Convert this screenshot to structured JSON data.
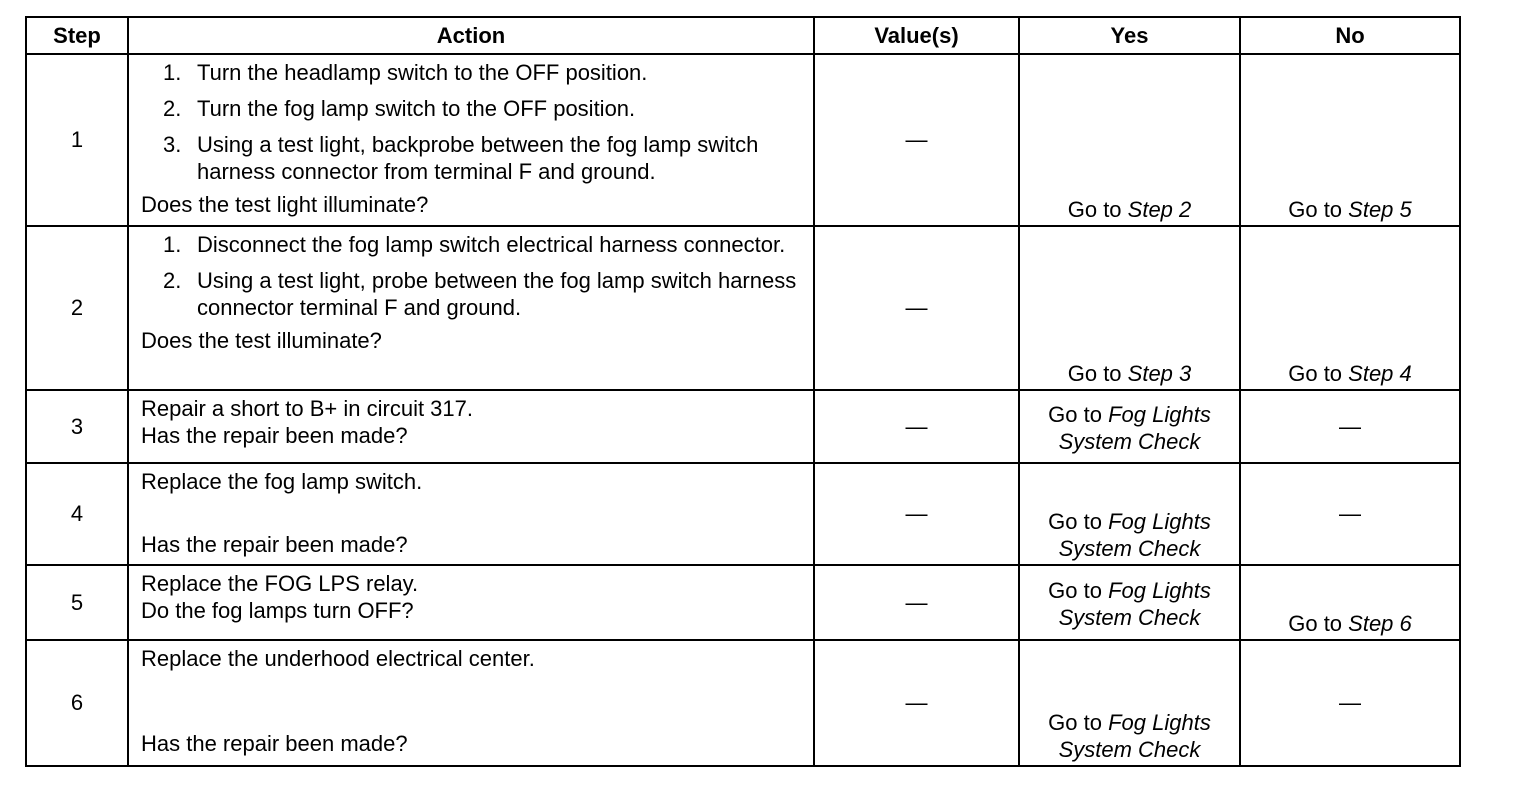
{
  "headers": {
    "step": "Step",
    "action": "Action",
    "values": "Value(s)",
    "yes": "Yes",
    "no": "No"
  },
  "dash": "—",
  "rows": [
    {
      "step": "1",
      "steps": [
        {
          "num": "1.",
          "text": "Turn the headlamp switch to the OFF position."
        },
        {
          "num": "2.",
          "text": "Turn the fog lamp switch to the OFF position."
        },
        {
          "num": "3.",
          "text": "Using a test light, backprobe between the fog lamp switch harness connector from terminal F and ground."
        }
      ],
      "question": "Does the test light illuminate?",
      "yes_prefix": "Go to ",
      "yes_link": "Step 2",
      "no_prefix": "Go to ",
      "no_link": "Step 5"
    },
    {
      "step": "2",
      "steps": [
        {
          "num": "1.",
          "text": "Disconnect the fog lamp switch electrical harness connector."
        },
        {
          "num": "2.",
          "text": "Using a test light, probe between the fog lamp switch harness connector terminal F and ground."
        }
      ],
      "question": "Does the test illuminate?",
      "yes_prefix": "Go to ",
      "yes_link": "Step 3",
      "no_prefix": "Go to ",
      "no_link": "Step 4"
    },
    {
      "step": "3",
      "action": "Repair a short to B+ in circuit 317.",
      "question": "Has the repair been made?",
      "yes_prefix": "Go to ",
      "yes_link_1": "Fog Lights",
      "yes_link_2": "System Check"
    },
    {
      "step": "4",
      "action": "Replace the fog lamp switch.",
      "question": "Has the repair been made?",
      "yes_prefix": "Go to ",
      "yes_link_1": "Fog Lights",
      "yes_link_2": "System Check"
    },
    {
      "step": "5",
      "action": "Replace the FOG LPS relay.",
      "question": "Do the fog lamps turn OFF?",
      "yes_prefix": "Go to ",
      "yes_link_1": "Fog Lights",
      "yes_link_2": "System Check",
      "no_prefix": "Go to ",
      "no_link": "Step 6"
    },
    {
      "step": "6",
      "action": "Replace the underhood electrical center.",
      "question": "Has the repair been made?",
      "yes_prefix": "Go to ",
      "yes_link_1": "Fog Lights",
      "yes_link_2": "System Check"
    }
  ]
}
